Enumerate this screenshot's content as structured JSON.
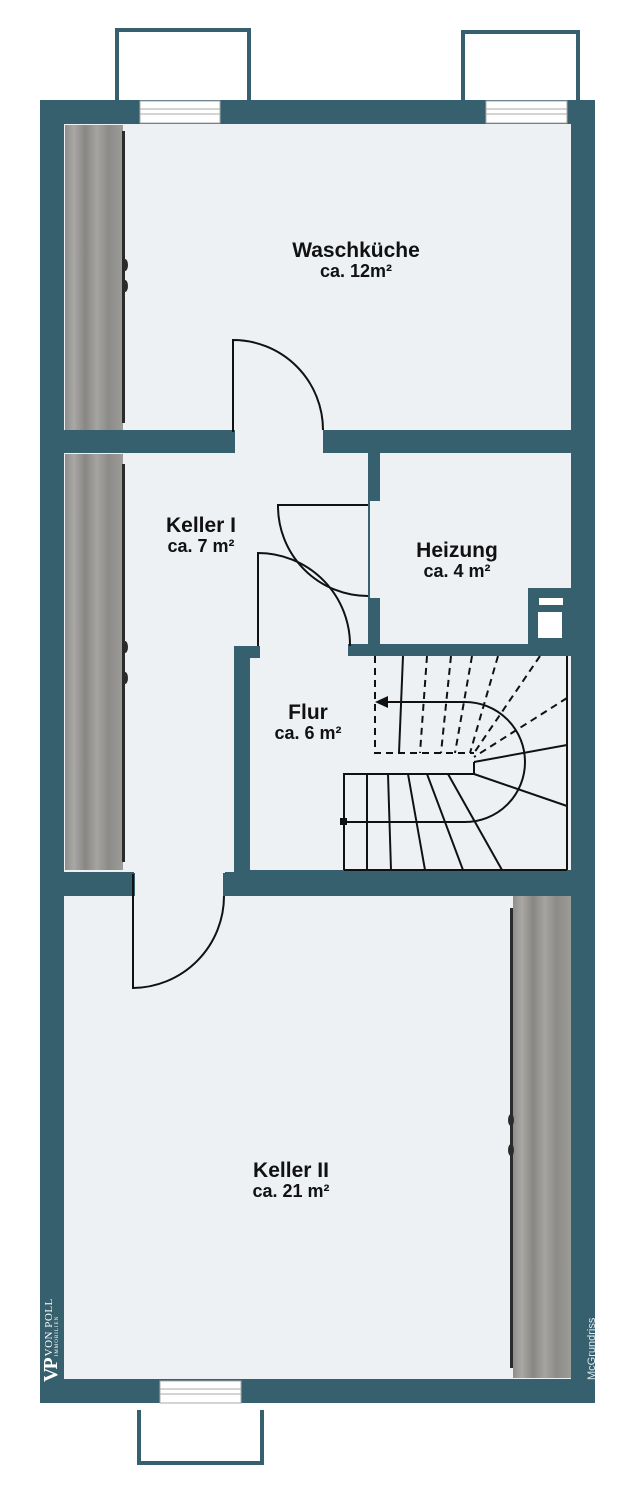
{
  "colors": {
    "wall": "#37606e",
    "floor": "#eef1f4",
    "background": "#ffffff",
    "line": "#111111",
    "cabinet": "#9a9a98"
  },
  "rooms": [
    {
      "id": "waschkueche",
      "name": "Waschküche",
      "area": "ca. 12m²"
    },
    {
      "id": "keller1",
      "name": "Keller I",
      "area": "ca. 7 m²"
    },
    {
      "id": "heizung",
      "name": "Heizung",
      "area": "ca. 4 m²"
    },
    {
      "id": "flur",
      "name": "Flur",
      "area": "ca. 6 m²"
    },
    {
      "id": "keller2",
      "name": "Keller II",
      "area": "ca. 21 m²"
    }
  ],
  "branding": {
    "logo_mark": "VP",
    "logo_line1": "VON POLL",
    "logo_line2": "IMMOBILIEN",
    "credit": "McGrundriss"
  },
  "icons": {
    "window": "window-icon",
    "door": "door-swing-icon",
    "stairs": "stairs-icon",
    "chimney": "chimney-icon",
    "light_well": "light-well-icon"
  }
}
